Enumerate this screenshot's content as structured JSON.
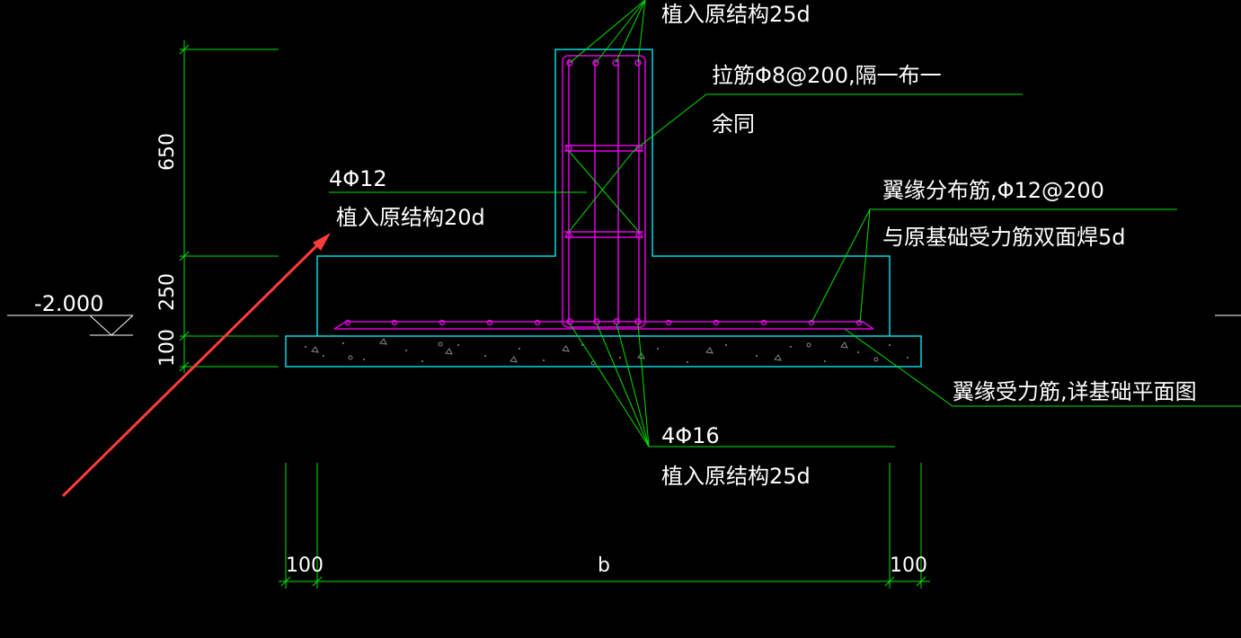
{
  "labels": {
    "top_anchor": "植入原结构25d",
    "tie_bar_line1": "拉筋Φ8@200,隔一布一",
    "tie_bar_line2": "余同",
    "rebar_4phi12": "4Φ12",
    "anchor_20d": "植入原结构20d",
    "dist_bar_line1": "翼缘分布筋,Φ12@200",
    "dist_bar_line2": "与原基础受力筋双面焊5d",
    "elevation": "-2.000",
    "flange_main_bar": "翼缘受力筋,详基础平面图",
    "rebar_4phi16": "4Φ16",
    "bottom_anchor": "植入原结构25d"
  },
  "dimensions": {
    "h650": "650",
    "h250": "250",
    "h100": "100",
    "w100_left": "100",
    "wb": "b",
    "w100_right": "100"
  },
  "colors": {
    "background": "#000000",
    "outline": "#00d8e0",
    "rebar": "#e000e0",
    "leader": "#00e000",
    "text": "#ffffff",
    "arrow": "#ff3b3b",
    "concrete_fill": "#7a7a7a"
  }
}
